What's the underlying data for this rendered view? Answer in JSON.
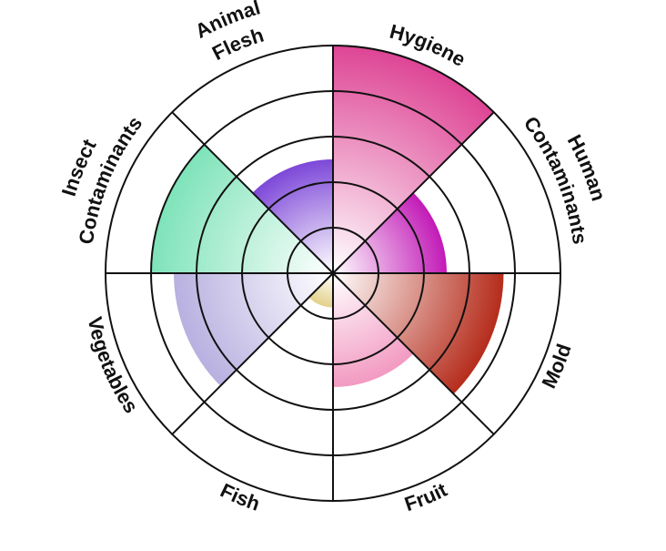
{
  "chart_data": {
    "type": "polar-area",
    "categories": [
      {
        "label": "Hygiene",
        "value": 5,
        "color": "#de4595"
      },
      {
        "label": "Human Contaminants",
        "value": 2.5,
        "color": "#c21bb7"
      },
      {
        "label": "Mold",
        "value": 3.75,
        "color": "#b52c1b"
      },
      {
        "label": "Fruit",
        "value": 2.5,
        "color": "#f29ac2"
      },
      {
        "label": "Fish",
        "value": 0.75,
        "color": "#e3d18a"
      },
      {
        "label": "Vegetables",
        "value": 3.5,
        "color": "#b8b0e0"
      },
      {
        "label": "Insect Contaminants",
        "value": 4,
        "color": "#7ee3b9"
      },
      {
        "label": "Animal Flesh",
        "value": 2.5,
        "color": "#7d48d8"
      }
    ],
    "rlim": [
      0,
      5
    ],
    "rings": 5,
    "grid": true
  }
}
